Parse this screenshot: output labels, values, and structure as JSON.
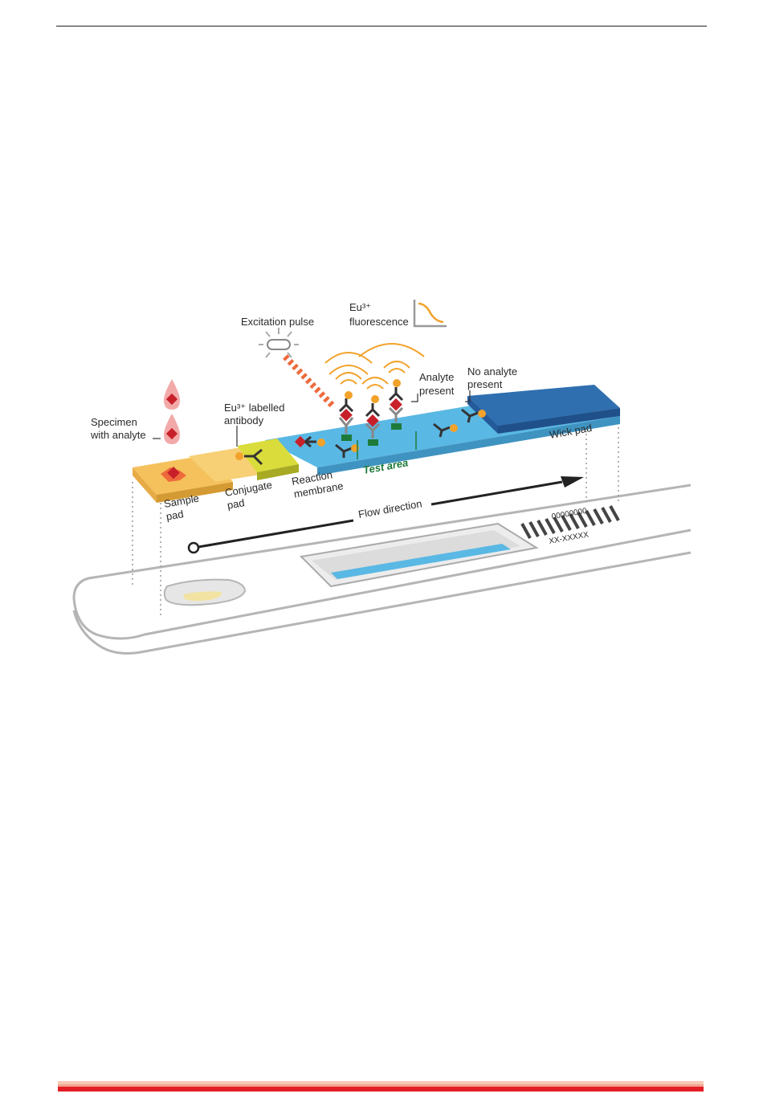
{
  "labels": {
    "excitation_pulse": "Excitation pulse",
    "eu_fluorescence_line1": "Eu³⁺",
    "eu_fluorescence_line2": "fluorescence",
    "specimen_line1": "Specimen",
    "specimen_line2": "with analyte",
    "eu_labelled_line1": "Eu³⁺ labelled",
    "eu_labelled_line2": "antibody",
    "analyte_present_line1": "Analyte",
    "analyte_present_line2": "present",
    "no_analyte_line1": "No analyte",
    "no_analyte_line2": "present",
    "sample_pad_line1": "Sample",
    "sample_pad_line2": "pad",
    "conjugate_pad_line1": "Conjugate",
    "conjugate_pad_line2": "pad",
    "reaction_membrane_line1": "Reaction",
    "reaction_membrane_line2": "membrane",
    "test_area": "Test area",
    "wick_pad": "Wick pad",
    "flow_direction": "Flow direction",
    "barcode_text": "XX-XXXXX",
    "barcode_text2": "00000000"
  },
  "colors": {
    "sample_pad": "#f5c15c",
    "conjugate_pad": "#d9dc3a",
    "membrane": "#5ab8e4",
    "wick_pad": "#2f6fb0",
    "analyte": "#c8202a",
    "europium": "#f2a22a",
    "capture": "#1e7a3a",
    "excitation": "#ee6a3b",
    "footer_red": "#e31e25"
  }
}
